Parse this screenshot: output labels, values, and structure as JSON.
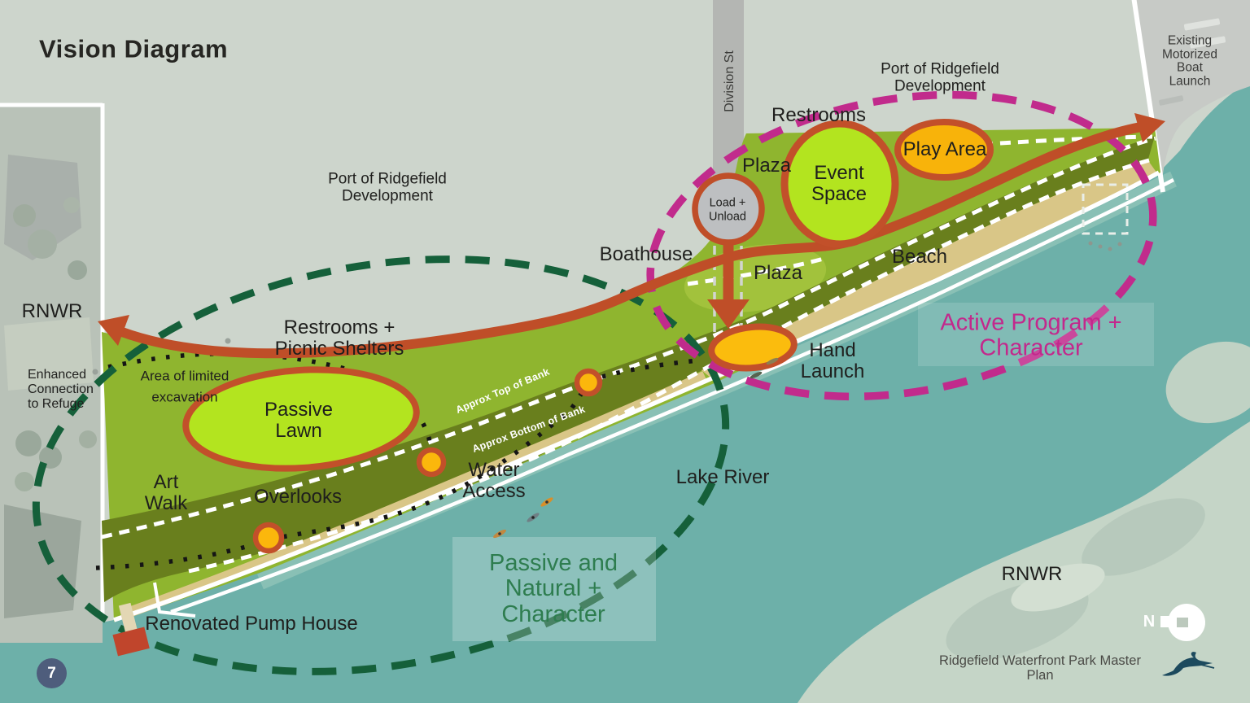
{
  "page": {
    "title": "Vision Diagram",
    "number": "7",
    "footer": "Ridgefield Waterfront Park Master Plan",
    "north_label": "N"
  },
  "colors": {
    "background_sage": "#cdd5cc",
    "water_teal": "#6db0a9",
    "park_light_green": "#8fb52f",
    "park_dark_olive": "#697f1d",
    "beach_tan": "#d9c687",
    "trail_red_orange": "#bf4e28",
    "lawn_bright_green": "#b3e41f",
    "program_orange": "#f8b30a",
    "active_magenta": "#c12b8c",
    "passive_green_dash": "#15603a",
    "road_gray": "#b4b6b3",
    "page_circle_blue": "#4e5d7c"
  },
  "labels": {
    "title": "Vision Diagram",
    "division_st": "Division St",
    "port_dev_top": "Port of Ridgefield\nDevelopment",
    "port_dev_left": "Port of Ridgefield\nDevelopment",
    "restrooms": "Restrooms",
    "existing_launch": "Existing\nMotorized\nBoat Launch",
    "play_area": "Play Area",
    "event_space": "Event\nSpace",
    "plaza_upper": "Plaza",
    "load_unload": "Load +\nUnload",
    "boathouse": "Boathouse",
    "plaza_lower": "Plaza",
    "beach": "Beach",
    "rnwr_left": "RNWR",
    "enhanced_connection": "Enhanced\nConnection\nto Refuge",
    "restrooms_picnic": "Restrooms +\nPicnic Shelters",
    "area_limited": "Area of limited\nexcavation",
    "passive_lawn": "Passive\nLawn",
    "active_zone": "Active Program +\nCharacter",
    "hand_launch": "Hand\nLaunch",
    "art_walk": "Art\nWalk",
    "overlooks": "Overlooks",
    "water_access": "Water\nAccess",
    "lake_river": "Lake River",
    "passive_zone": "Passive and\nNatural +\nCharacter",
    "pump_house": "Renovated Pump House",
    "rnwr_right": "RNWR",
    "approx_top_bank": "Approx Top of Bank",
    "approx_bottom_bank": "Approx Bottom of Bank"
  }
}
